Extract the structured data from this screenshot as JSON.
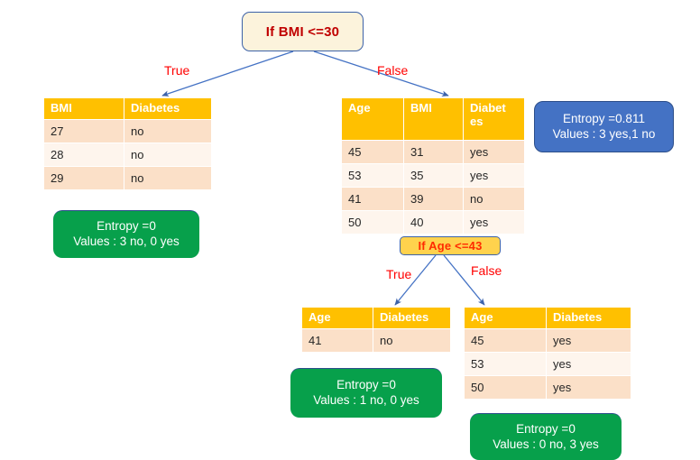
{
  "diagram": {
    "title": "Decision tree split on BMI and Age for diabetes",
    "colors": {
      "header_gold": "#FFC000",
      "row_dark": "#FBE0C8",
      "row_light": "#FEF5ED",
      "leaf_green": "#07A04B",
      "leaf_blue": "#4472C4",
      "node_cream": "#FCF3DC",
      "node_gold": "#FFD24D",
      "edge_blue": "#4472C4",
      "label_red": "#FF0000",
      "node_text_red": "#C00000"
    }
  },
  "nodes": {
    "root": {
      "label": "If BMI <=30"
    },
    "second": {
      "label": "If Age <=43"
    }
  },
  "edge_labels": {
    "root_true": "True",
    "root_false": "False",
    "second_true": "True",
    "second_false": "False"
  },
  "tables": {
    "left": {
      "name": "bmi-diabetes-table",
      "columns": [
        "BMI",
        "Diabetes"
      ],
      "rows": [
        [
          "27",
          "no"
        ],
        [
          "28",
          "no"
        ],
        [
          "29",
          "no"
        ]
      ]
    },
    "middle": {
      "name": "age-bmi-diabetes-table",
      "columns": [
        "Age",
        "BMI",
        "Diabet es"
      ],
      "rows": [
        [
          "45",
          "31",
          "yes"
        ],
        [
          "53",
          "35",
          "yes"
        ],
        [
          "41",
          "39",
          "no"
        ],
        [
          "50",
          "40",
          "yes"
        ]
      ]
    },
    "bottom_left": {
      "name": "age-diabetes-true-table",
      "columns": [
        "Age",
        "Diabetes"
      ],
      "rows": [
        [
          "41",
          "no"
        ]
      ]
    },
    "bottom_right": {
      "name": "age-diabetes-false-table",
      "columns": [
        "Age",
        "Diabetes"
      ],
      "rows": [
        [
          "45",
          "yes"
        ],
        [
          "53",
          "yes"
        ],
        [
          "50",
          "yes"
        ]
      ]
    }
  },
  "leaves": {
    "left_green": {
      "line1": "Entropy =0",
      "line2": "Values : 3 no, 0 yes"
    },
    "right_blue": {
      "line1": "Entropy =0.811",
      "line2": "Values : 3 yes,1 no"
    },
    "bottom_left_green": {
      "line1": "Entropy =0",
      "line2": "Values : 1 no, 0 yes"
    },
    "bottom_right_green": {
      "line1": "Entropy =0",
      "line2": "Values : 0 no, 3 yes"
    }
  }
}
